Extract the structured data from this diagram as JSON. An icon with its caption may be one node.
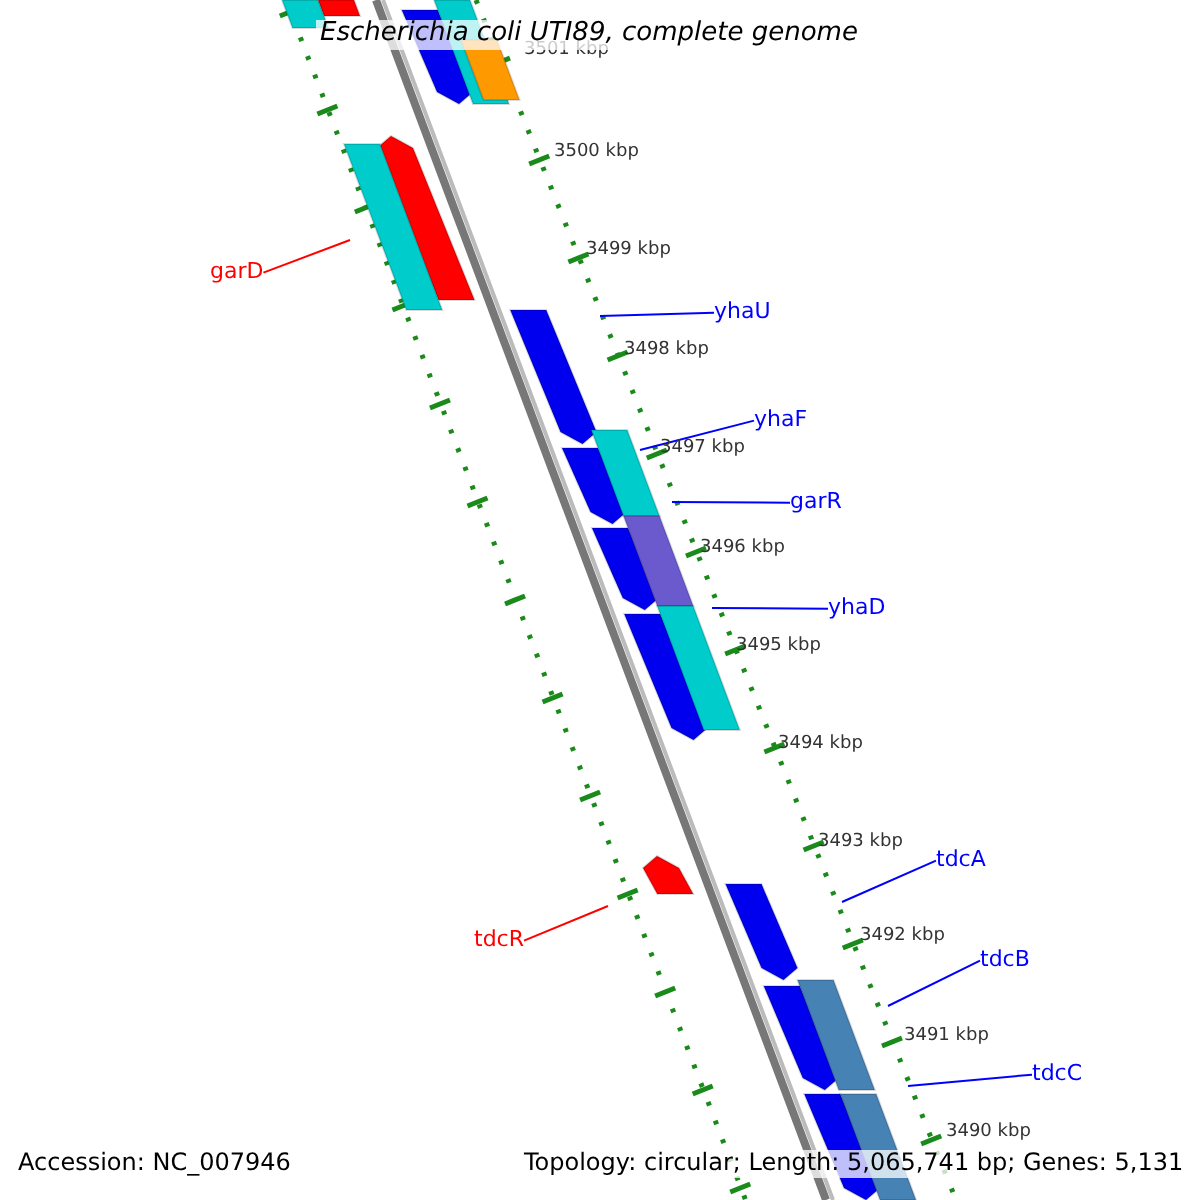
{
  "diagram": {
    "title": "Escherichia coli UTI89, complete genome",
    "nodes": [
      {
        "text": [
          "garD"
        ]
      },
      {
        "text": [
          "yhaU"
        ]
      },
      {
        "text": [
          "yhaF"
        ]
      },
      {
        "text": [
          "garR"
        ]
      },
      {
        "text": [
          "yhaD"
        ]
      },
      {
        "text": [
          "tdcA"
        ]
      },
      {
        "text": [
          "tdcR"
        ]
      },
      {
        "text": [
          "tdcB"
        ]
      },
      {
        "text": [
          "tdcC"
        ]
      }
    ],
    "edges": [
      {
        "from": 0,
        "to": null,
        "arrow": "none",
        "color": "#ff0000"
      },
      {
        "from": 1,
        "to": null,
        "arrow": "none"
      },
      {
        "from": 2,
        "to": null,
        "arrow": "none"
      },
      {
        "from": 3,
        "to": null,
        "arrow": "none"
      },
      {
        "from": 4,
        "to": null,
        "arrow": "none"
      },
      {
        "from": 5,
        "to": null,
        "arrow": "none"
      },
      {
        "from": 6,
        "to": null,
        "arrow": "none",
        "color": "#ff0000"
      },
      {
        "from": 7,
        "to": null,
        "arrow": "none"
      },
      {
        "from": 8,
        "to": null,
        "arrow": "none"
      }
    ],
    "labels": [
      "3501 kbp",
      "3500 kbp",
      "3499 kbp",
      "3498 kbp",
      "3497 kbp",
      "3496 kbp",
      "3495 kbp",
      "3494 kbp",
      "3493 kbp",
      "3492 kbp",
      "3491 kbp",
      "3490 kbp",
      "Accession: NC_007946",
      "Topology: circular; Length: 5,065,741 bp; Genes: 5,131"
    ]
  }
}
